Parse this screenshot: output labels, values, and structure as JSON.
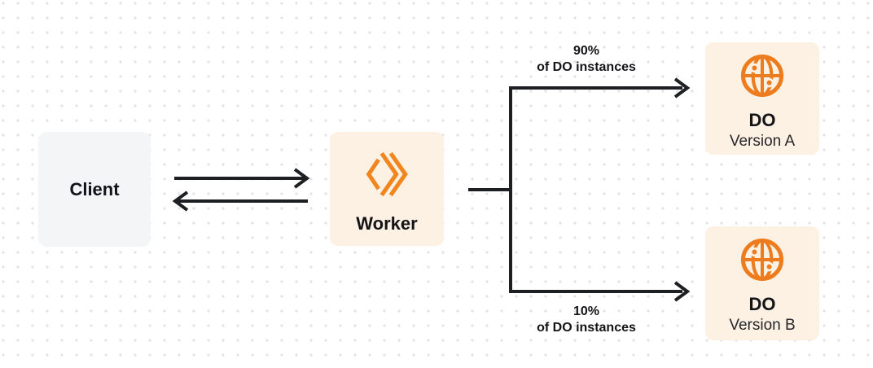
{
  "diagram": {
    "client": {
      "label": "Client"
    },
    "worker": {
      "label": "Worker"
    },
    "routes": {
      "top": {
        "percent": "90%",
        "caption": "of DO instances"
      },
      "bottom": {
        "percent": "10%",
        "caption": "of DO instances"
      }
    },
    "do_a": {
      "title": "DO",
      "subtitle": "Version A"
    },
    "do_b": {
      "title": "DO",
      "subtitle": "Version B"
    }
  },
  "icons": {
    "worker": "workers-chevrons-icon",
    "durable_object": "globe-icon"
  },
  "colors": {
    "accent_orange": "#F1861F",
    "globe_orange": "#ED7C1F",
    "node_cream": "#FCF1E2",
    "client_gray": "#F4F5F6",
    "arrow_dark": "#1E1F23",
    "text_dark": "#141418",
    "dot_grid": "#E3E3E6"
  }
}
